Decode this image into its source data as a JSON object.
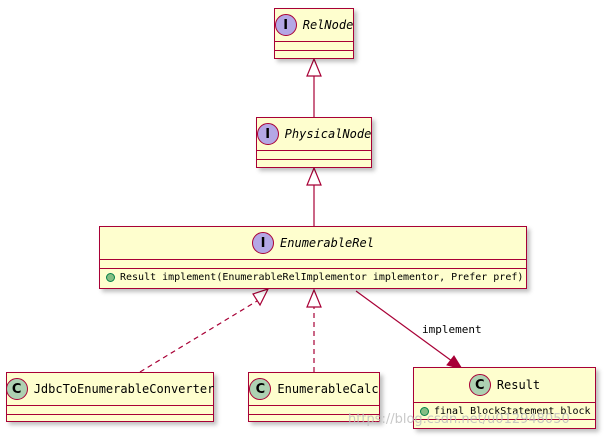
{
  "classes": {
    "relnode": {
      "stereotype": "I",
      "name": "RelNode"
    },
    "physicalnode": {
      "stereotype": "I",
      "name": "PhysicalNode"
    },
    "enumerablerel": {
      "stereotype": "I",
      "name": "EnumerableRel",
      "methods": [
        "Result implement(EnumerableRelImplementor implementor, Prefer pref)"
      ]
    },
    "jdbc": {
      "stereotype": "C",
      "name": "JdbcToEnumerableConverter"
    },
    "calc": {
      "stereotype": "C",
      "name": "EnumerableCalc"
    },
    "result": {
      "stereotype": "C",
      "name": "Result",
      "fields": [
        "final BlockStatement block"
      ]
    }
  },
  "relations": {
    "implement_label": "implement"
  },
  "watermark": "https://blog.csdn.net/u012948050",
  "colors": {
    "box_fill": "#fefece",
    "border": "#a80036",
    "interface_badge": "#b4a7e5",
    "class_badge": "#add1b2"
  }
}
